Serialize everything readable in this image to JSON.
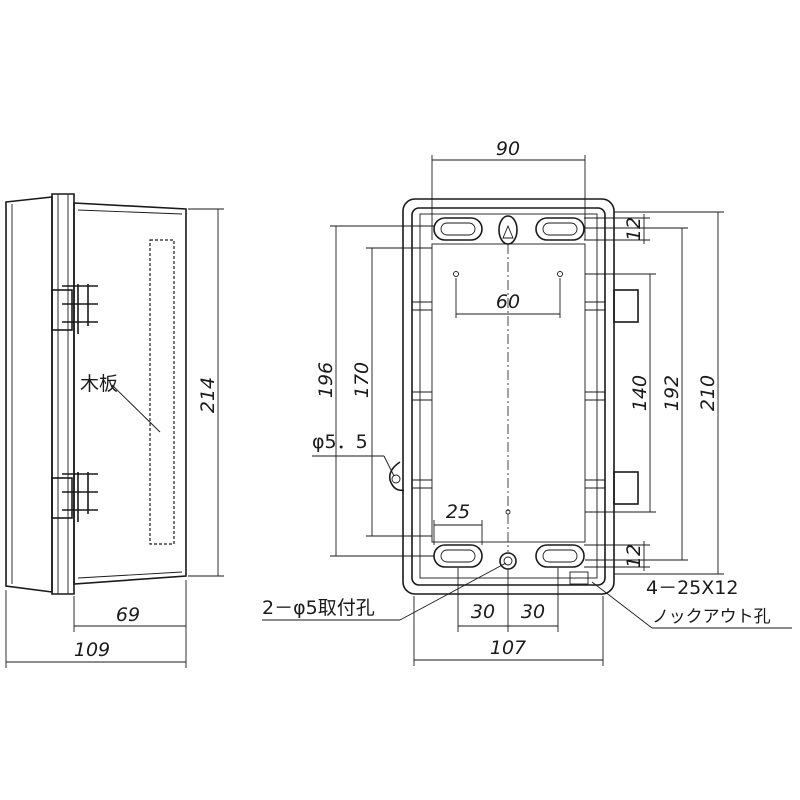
{
  "side_view": {
    "dim_height": "214",
    "dim_depth_inner": "69",
    "dim_depth_total": "109",
    "label_wood_board": "木板"
  },
  "front_view": {
    "dim_top_width": "90",
    "dim_bottom_width": "107",
    "dim_hole_pitch": "60",
    "dim_slot_width": "25",
    "dim_left_30": "30",
    "dim_right_30": "30",
    "dim_196": "196",
    "dim_170": "170",
    "dim_140": "140",
    "dim_192": "192",
    "dim_210": "210",
    "dim_12_top": "12",
    "dim_12_bottom": "12",
    "dim_hole_dia": "φ5．5",
    "label_mount_holes": "2－φ5取付孔",
    "label_knockout_size": "4－25X12",
    "label_knockout_name": "ノックアウト孔"
  },
  "colors": {
    "line": "#1a1a1a",
    "background": "#ffffff"
  }
}
